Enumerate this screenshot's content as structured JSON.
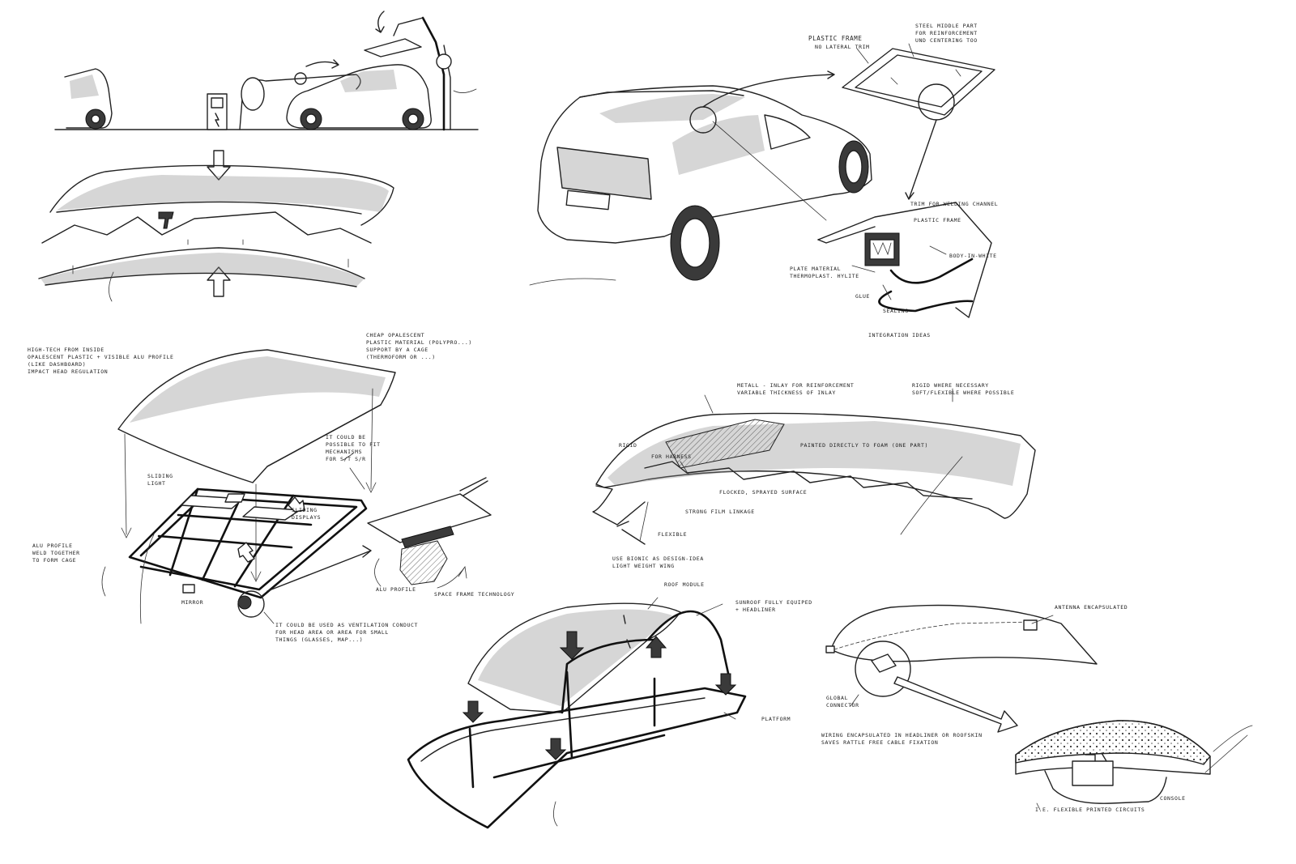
{
  "annotations": {
    "plastic_frame": "PLASTIC FRAME",
    "no_lateral_trim": "NO LATERAL TRIM",
    "steel_middle_part": "STEEL MIDDLE PART\nFOR REINFORCEMENT\nUND CENTERING TOO",
    "trim_welding": "TRIM FOR WELDING CHANNEL",
    "plastic_frame_small": "PLASTIC FRAME",
    "body_in_white": "BODY-IN-WHITE",
    "plate_material": "PLATE MATERIAL\nTHERMOPLAST. HYLITE",
    "glue": "GLUE",
    "sealing": "SEALING",
    "integration_ideas": "INTEGRATION IDEAS",
    "high_tech": "HIGH-TECH FROM INSIDE\nOPALESCENT PLASTIC + VISIBLE ALU PROFILE\n(LIKE DASHBOARD)\nIMPACT HEAD REGULATION",
    "cheap_opalescent": "CHEAP OPALESCENT\nPLASTIC MATERIAL (POLYPRO...)\nSUPPORT BY A CAGE\n(THERMOFORM OR ...)",
    "mechanisms": "IT COULD BE\nPOSSIBLE TO FIT\nMECHANISMS\nFOR S/T S/R",
    "sliding_light": "SLIDING\nLIGHT",
    "sliding_displays": "SLIDING\nDISPLAYS",
    "alu_profile_weld": "ALU PROFILE\nWELD TOGETHER\nTO FORM CAGE",
    "mirror": "MIRROR",
    "alu_profile": "ALU PROFILE",
    "space_frame": "SPACE FRAME TECHNOLOGY",
    "ventilation": "IT COULD BE USED AS VENTILATION CONDUCT\nFOR HEAD AREA OR AREA FOR SMALL\nTHINGS (GLASSES, MAP...)",
    "metal_inlay": "METALL - INLAY FOR REINFORCEMENT\nVARIABLE THICKNESS OF INLAY",
    "rigid_where": "RIGID WHERE NECESSARY\nSOFT/FLEXIBLE WHERE POSSIBLE",
    "rigid": "RIGID",
    "for_harness": "FOR HARNESS",
    "painted": "PAINTED DIRECTLY TO FOAM (ONE PART)",
    "flocked": "FLOCKED, SPRAYED SURFACE",
    "strong_film": "STRONG FILM LINKAGE",
    "flexible": "FLEXIBLE",
    "bionic": "USE BIONIC AS DESIGN-IDEA\nLIGHT WEIGHT WING",
    "roof_module": "ROOF MODULE",
    "sunroof": "SUNROOF FULLY EQUIPED\n+ HEADLINER",
    "platform": "PLATFORM",
    "antenna": "ANTENNA ENCAPSULATED",
    "global_connector": "GLOBAL\nCONNECTOR",
    "wiring": "WIRING ENCAPSULATED IN HEADLINER OR ROOFSKIN\nSAVES RATTLE FREE CABLE FIXATION",
    "flex_circuits": "i.e. FLEXIBLE PRINTED CIRCUITS",
    "console": "CONSOLE"
  }
}
